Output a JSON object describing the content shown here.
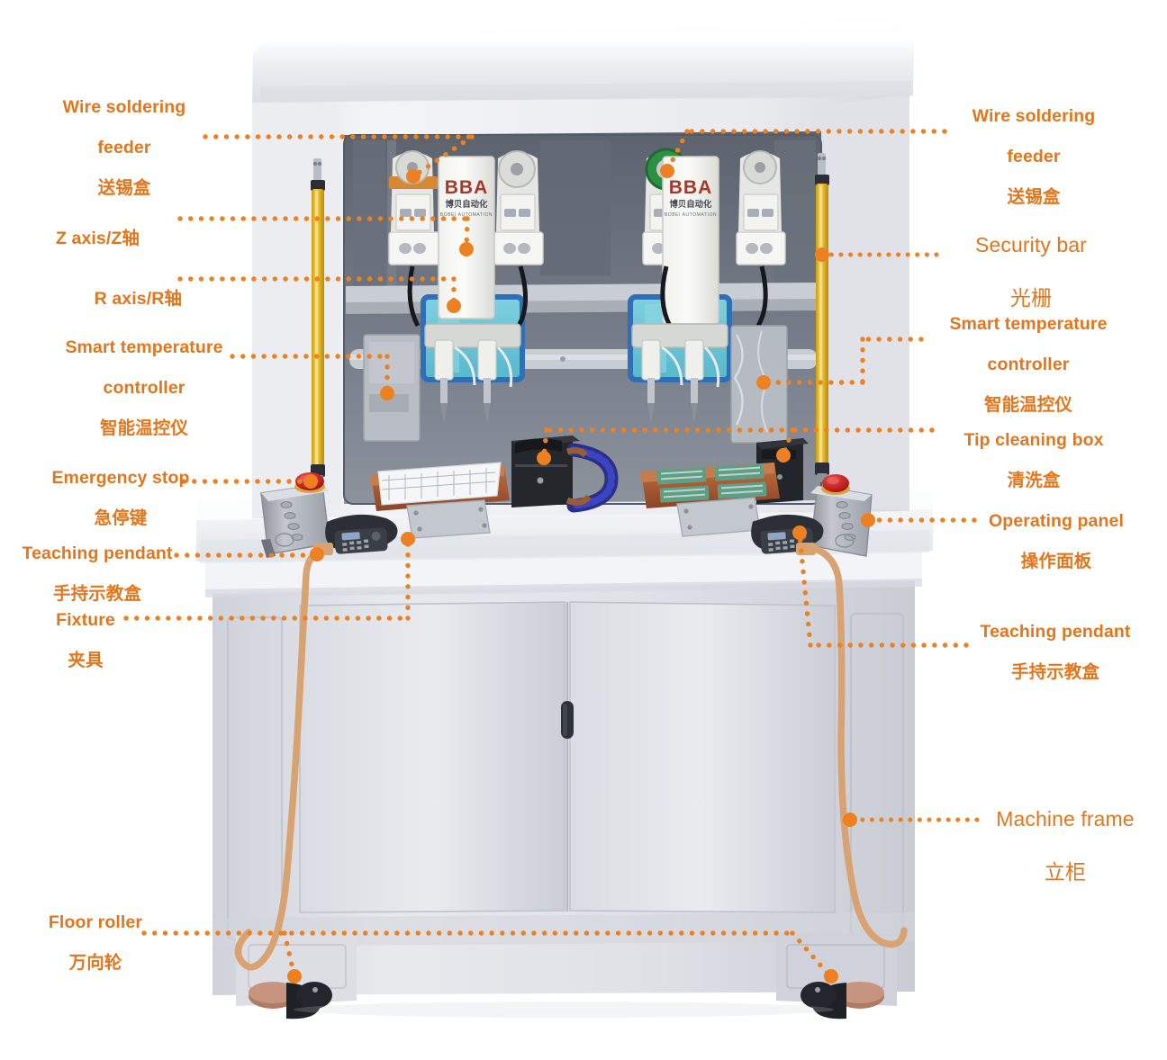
{
  "diagram": {
    "title": "Automatic wire soldering machine annotated parts diagram",
    "accent_color": "#E3761C",
    "dot_color": "#ED8122",
    "background": "#FFFFFF"
  },
  "machine": {
    "brand_en": "BOBEI AUTOMATION",
    "brand_cn": "博贝自动化",
    "brand_mark": "BBA",
    "body_color": "#E9EAEE",
    "hood_color": "#F4F5F7",
    "interior_color": "#6E7580",
    "light_curtain_color": "#E9C03A",
    "estop_color": "#CE2222",
    "fixture_plate_color": "#A85A33",
    "pcb_color": "#5E9E86",
    "cable_color": "#D9A271"
  },
  "labels_left": [
    {
      "id": "wire-soldering-feeder-left",
      "en": "Wire soldering",
      "en2": "feeder",
      "cn": "送锡盒",
      "weight": "bold",
      "size": 19.5
    },
    {
      "id": "z-axis",
      "en": "Z axis/Z轴",
      "cn": "",
      "weight": "bold",
      "size": 19.5
    },
    {
      "id": "r-axis",
      "en": "R axis/R轴",
      "cn": "",
      "weight": "bold",
      "size": 19.5
    },
    {
      "id": "smart-temperature-controller-left",
      "en": "Smart temperature",
      "en2": "controller",
      "cn": "智能温控仪",
      "weight": "bold",
      "size": 19.5
    },
    {
      "id": "emergency-stop",
      "en": "Emergency stop",
      "cn": "急停键",
      "weight": "bold",
      "size": 19.5
    },
    {
      "id": "teaching-pendant-left",
      "en": "Teaching pendant",
      "cn": "手持示教盒",
      "weight": "bold",
      "size": 19.5
    },
    {
      "id": "fixture",
      "en": "Fixture",
      "cn": "夹具",
      "weight": "bold",
      "size": 19.5
    },
    {
      "id": "floor-roller",
      "en": "Floor roller",
      "cn": "万向轮",
      "weight": "bold",
      "size": 19.5
    }
  ],
  "labels_right": [
    {
      "id": "wire-soldering-feeder-right",
      "en": "Wire soldering",
      "en2": "feeder",
      "cn": "送锡盒",
      "weight": "bold",
      "size": 19.5
    },
    {
      "id": "security-bar",
      "en": "Security bar",
      "cn": "光栅",
      "weight": "thin",
      "size": 23
    },
    {
      "id": "smart-temperature-controller-right",
      "en": "Smart temperature",
      "en2": "controller",
      "cn": "智能温控仪",
      "weight": "bold",
      "size": 19.5
    },
    {
      "id": "tip-cleaning-box",
      "en": "Tip cleaning box",
      "cn": "清洗盒",
      "weight": "bold",
      "size": 19.5
    },
    {
      "id": "operating-panel",
      "en": "Operating panel",
      "cn": "操作面板",
      "weight": "bold",
      "size": 19.5
    },
    {
      "id": "teaching-pendant-right",
      "en": "Teaching pendant",
      "cn": "手持示教盒",
      "weight": "bold",
      "size": 19.5
    },
    {
      "id": "machine-frame",
      "en": "Machine frame",
      "cn": "立柜",
      "weight": "thin",
      "size": 23
    }
  ]
}
